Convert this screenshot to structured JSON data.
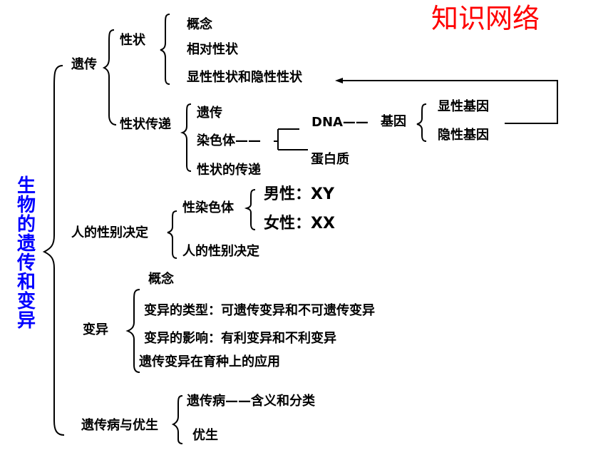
{
  "title": "知识网络",
  "root": [
    "生",
    "物",
    "的",
    "遗",
    "传",
    "和",
    "变",
    "异"
  ],
  "heredity": {
    "label": "遗传",
    "trait": {
      "label": "性状",
      "items": [
        "概念",
        "相对性状",
        "显性性状和隐性性状"
      ]
    },
    "transmission": {
      "label": "性状传递",
      "items": [
        "遗传",
        "染色体——",
        "性状的传递"
      ],
      "dna": "DNA——",
      "protein": "蛋白质",
      "gene": "基因",
      "gene_types": [
        "显性基因",
        "隐性基因"
      ]
    }
  },
  "sex": {
    "label": "人的性别决定",
    "chromosome": "性染色体",
    "male": "男性：XY",
    "female": "女性：XX",
    "decision": "人的性别决定"
  },
  "variation": {
    "label": "变异",
    "items": [
      "概念",
      "变异的类型：可遗传变异和不可遗传变异",
      "变异的影响：有利变异和不利变异",
      "遗传变异在育种上的应用"
    ]
  },
  "disease": {
    "label": "遗传病与优生",
    "items": [
      "遗传病——含义和分类",
      "优生"
    ]
  },
  "colors": {
    "title": "#ff0000",
    "root": "#0000ff",
    "text": "#000000"
  }
}
